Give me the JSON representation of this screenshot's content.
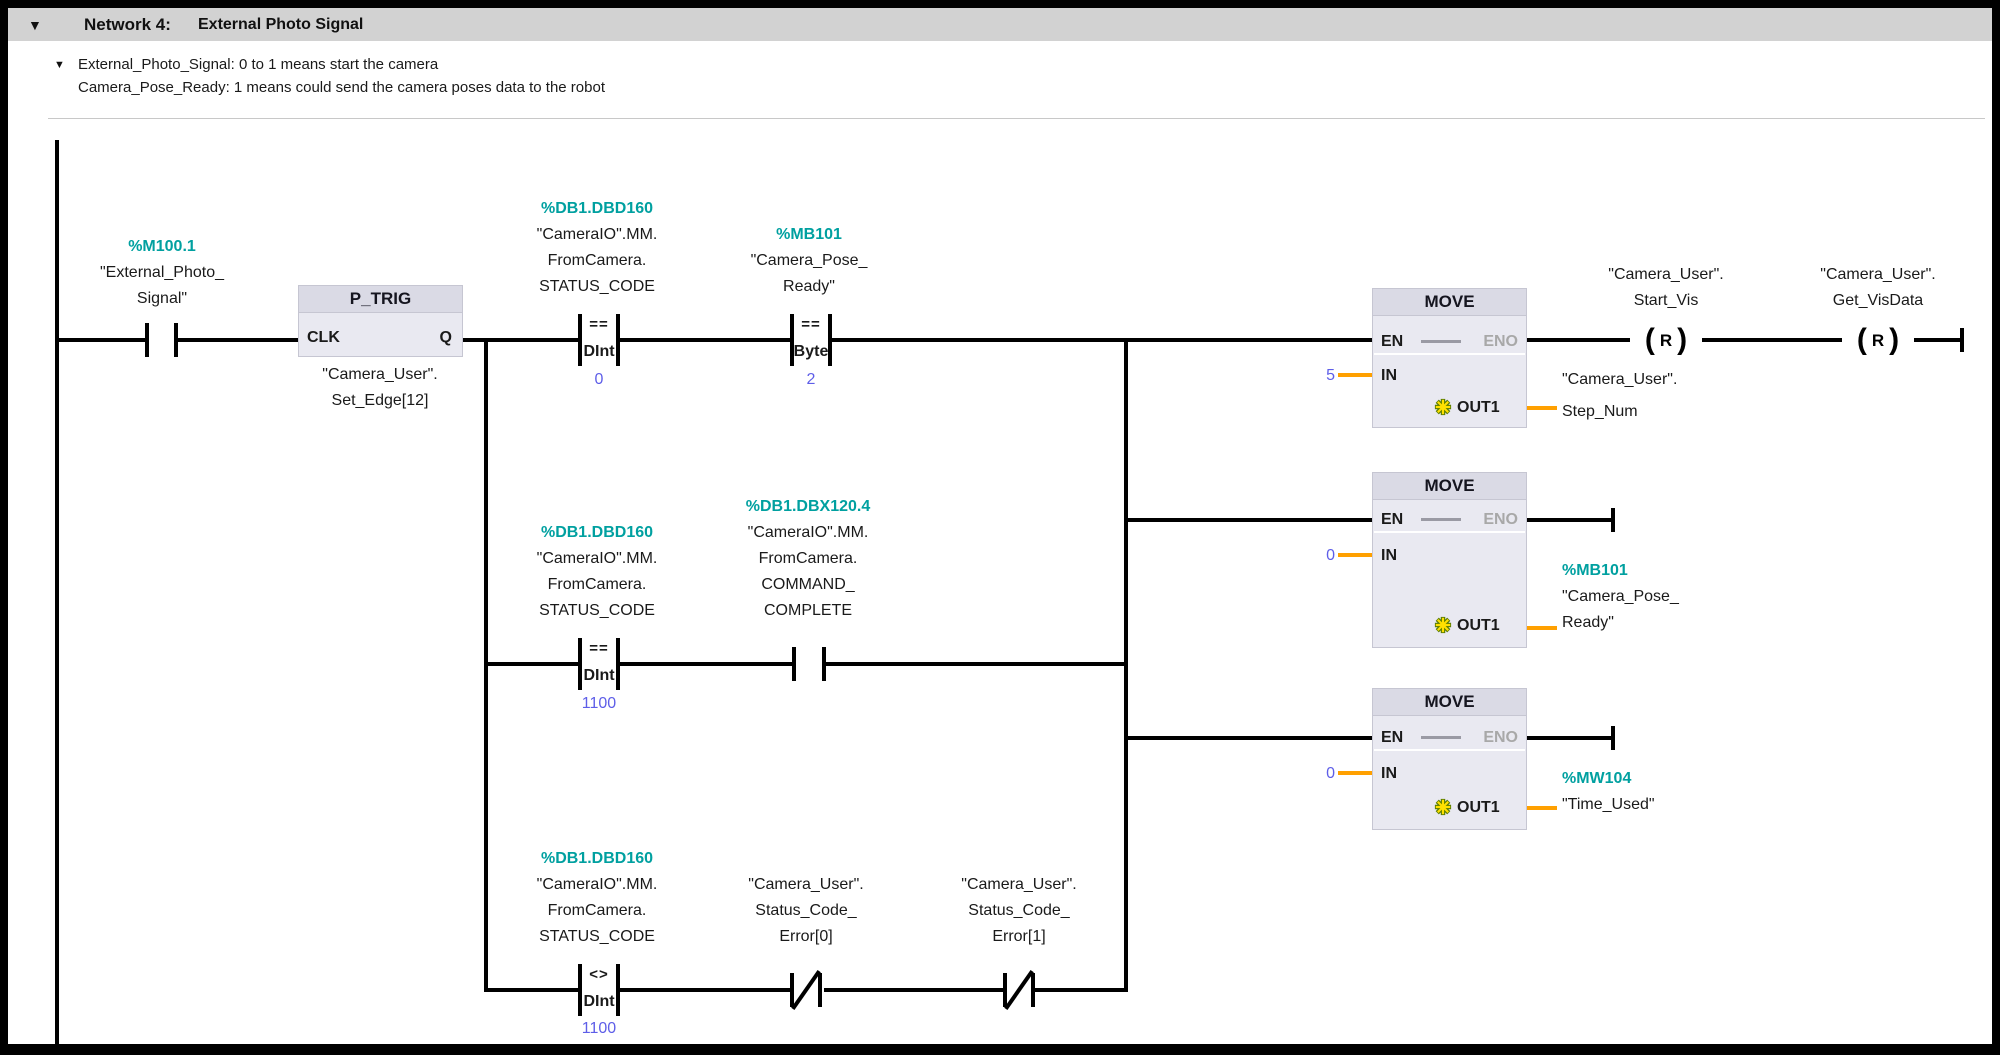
{
  "header": {
    "collapse_icon": "▼",
    "label": "Network 4:",
    "title": "External Photo Signal"
  },
  "comment": {
    "collapse_icon": "▼",
    "line1": "External_Photo_Signal: 0 to 1 means start the camera",
    "line2": "Camera_Pose_Ready: 1 means could send the camera poses data to the robot"
  },
  "rung1": {
    "contact_photo": {
      "address": "%M100.1",
      "line1": "\"External_Photo_",
      "line2": "Signal\""
    },
    "ptrig": {
      "title": "P_TRIG",
      "clk": "CLK",
      "q": "Q",
      "inst_line1": "\"Camera_User\".",
      "inst_line2": "Set_Edge[12]"
    },
    "cmp_status0": {
      "address": "%DB1.DBD160",
      "line1": "\"CameraIO\".MM.",
      "line2": "FromCamera.",
      "line3": "STATUS_CODE",
      "op": "==",
      "type": "DInt",
      "value": "0"
    },
    "cmp_pose_ready": {
      "address": "%MB101",
      "line1": "\"Camera_Pose_",
      "line2": "Ready\"",
      "op": "==",
      "type": "Byte",
      "value": "2"
    },
    "move_step": {
      "title": "MOVE",
      "en": "EN",
      "eno": "ENO",
      "in": "IN",
      "out": "OUT1",
      "in_value": "5",
      "out_line1": "\"Camera_User\".",
      "out_line2": "Step_Num"
    },
    "coil_start_vis": {
      "line1": "\"Camera_User\".",
      "line2": "Start_Vis",
      "symbol": "R"
    },
    "coil_get_visdata": {
      "line1": "\"Camera_User\".",
      "line2": "Get_VisData",
      "symbol": "R"
    }
  },
  "rung2": {
    "cmp_status1100": {
      "address": "%DB1.DBD160",
      "line1": "\"CameraIO\".MM.",
      "line2": "FromCamera.",
      "line3": "STATUS_CODE",
      "op": "==",
      "type": "DInt",
      "value": "1100"
    },
    "contact_command_complete": {
      "address": "%DB1.DBX120.4",
      "line1": "\"CameraIO\".MM.",
      "line2": "FromCamera.",
      "line3": "COMMAND_",
      "line4": "COMPLETE"
    },
    "move_pose_ready": {
      "title": "MOVE",
      "en": "EN",
      "eno": "ENO",
      "in": "IN",
      "out": "OUT1",
      "in_value": "0",
      "out_address": "%MB101",
      "out_line1": "\"Camera_Pose_",
      "out_line2": "Ready\""
    }
  },
  "rung3": {
    "cmp_status_ne1100": {
      "address": "%DB1.DBD160",
      "line1": "\"CameraIO\".MM.",
      "line2": "FromCamera.",
      "line3": "STATUS_CODE",
      "op": "<>",
      "type": "DInt",
      "value": "1100"
    },
    "contact_error0": {
      "line1": "\"Camera_User\".",
      "line2": "Status_Code_",
      "line3": "Error[0]"
    },
    "contact_error1": {
      "line1": "\"Camera_User\".",
      "line2": "Status_Code_",
      "line3": "Error[1]"
    },
    "move_time_used": {
      "title": "MOVE",
      "en": "EN",
      "eno": "ENO",
      "in": "IN",
      "out": "OUT1",
      "in_value": "0",
      "out_address": "%MW104",
      "out_line1": "\"Time_Used\""
    }
  },
  "colors": {
    "address_teal": "#00A0A0",
    "constant_blue": "#5E5EE8",
    "param_wire_orange": "#FFA000",
    "block_fill": "#E9E9F1",
    "block_header": "#DADAE5",
    "network_bar_grey": "#D2D2D2",
    "eno_grey": "#A8A8A8"
  }
}
